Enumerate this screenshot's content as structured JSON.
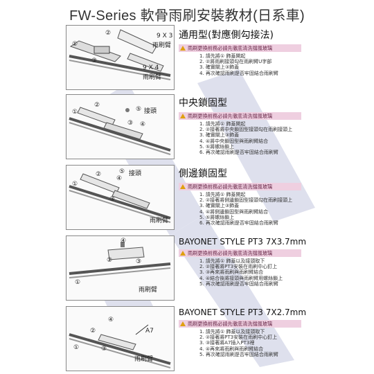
{
  "title": "FW-Series 軟骨雨刷安裝教材(日系車)",
  "colors": {
    "warn_bg": "#efcfe0",
    "warn_text": "#6a2a4a",
    "watermark": "#b8bcd8"
  },
  "sections": [
    {
      "heading": "通用型(對應側勾接法)",
      "warning": "雨刷更換前務必請先徹底清洗擋風玻璃",
      "steps": [
        "1. 請先將① 飾蓋開起",
        "2. ②將雨刷接頭勾在雨刷臂U字部",
        "3. 確實關上③飾蓋",
        "4. 再次確認雨刷是否牢固結合雨刷臂"
      ],
      "labels": {
        "a": "9 X 3",
        "b": "雨刷臂",
        "c": "9 X 4",
        "d": "雨刷臂"
      }
    },
    {
      "heading": "中央鎖固型",
      "warning": "雨刷更換前務必請先徹底清洗擋風玻璃",
      "steps": [
        "1. 請先將① 飾蓋開起",
        "2. ②接著將中央鎖固型接頭勾在雨刷接頭上",
        "3. 確實關上③飾蓋",
        "4. ④將中央鎖固型與雨刷臂結合",
        "5. ⑤將螺絲鎖上",
        "6. 再次確認雨刷是否牢固結合雨刷臂"
      ],
      "labels": {
        "a": "接頭"
      }
    },
    {
      "heading": "側邊鎖固型",
      "warning": "雨刷更換前務必請先徹底清洗擋風玻璃",
      "steps": [
        "1. 請先將① 飾蓋開起",
        "2. ②接著將側邊鎖固型接頭勾在雨刷接頭上",
        "3. 確實關上③飾蓋",
        "4. ④將側邊鎖固型與雨刷臂結合",
        "5. ⑤將螺絲鎖上",
        "6. 再次確認雨刷是否牢固結合雨刷臂"
      ],
      "labels": {
        "a": "接頭",
        "b": "雨刷臂"
      }
    },
    {
      "heading": "BAYONET STYLE PT3   7X3.7mm",
      "warning": "雨刷更換前務必請先徹底清洗擋風玻璃",
      "steps": [
        "1. 請先將① 飾蓋以及接頭取下",
        "2. ②接著將PT3安裝在雨刷中心釘上",
        "3. ③再來將雨刷與雨刷臂結合",
        "4. ④結合後將接頭與雨刷臂用螺絲鎖上",
        "5. 再次確認雨刷是否牢固結合雨刷臂"
      ],
      "labels": {
        "a": "雨刷臂"
      }
    },
    {
      "heading": "BAYONET STYLE PT3   7X2.7mm",
      "warning": "雨刷更換前務必請先徹底清洗擋風玻璃",
      "steps": [
        "1. 請先將① 飾蓋以及接頭取下",
        "2. ②接著將PT3安裝在雨刷中心釘上",
        "3. ③接著將A7插入PT3裡",
        "4. ④再來將雨刷與雨刷臂結合",
        "5. 再次確認雨刷是否牢固結合雨刷臂"
      ],
      "labels": {
        "a": "A7",
        "b": "雨刷臂"
      }
    }
  ],
  "markers": {
    "m1": "①",
    "m2": "②",
    "m3": "③",
    "m4": "④",
    "m5": "⑤"
  }
}
